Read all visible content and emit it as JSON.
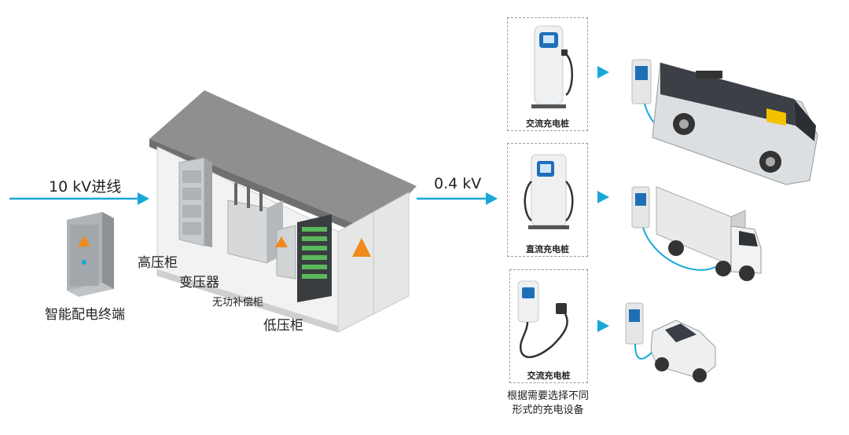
{
  "input_label": "10 kV进线",
  "output_label": "0.4 kV",
  "terminal_label": "智能配电终端",
  "components": {
    "high_voltage": "高压柜",
    "transformer": "变压器",
    "compensation": "无功补偿柜",
    "low_voltage": "低压柜"
  },
  "chargers": [
    {
      "label": "交流充电桩"
    },
    {
      "label": "直流充电桩"
    },
    {
      "label": "交流充电桩"
    }
  ],
  "note_line1": "根据需要选择不同",
  "note_line2": "形式的充电设备",
  "colors": {
    "arrow": "#18a8d8",
    "warning": "#f08a1c",
    "box_roof": "#8a8a8a",
    "box_wall": "#e8e8e8"
  },
  "icons": [
    "warning-icon",
    "ac-charger-icon",
    "dc-charger-icon",
    "wallbox-charger-icon",
    "bus-icon",
    "truck-icon",
    "car-icon"
  ]
}
